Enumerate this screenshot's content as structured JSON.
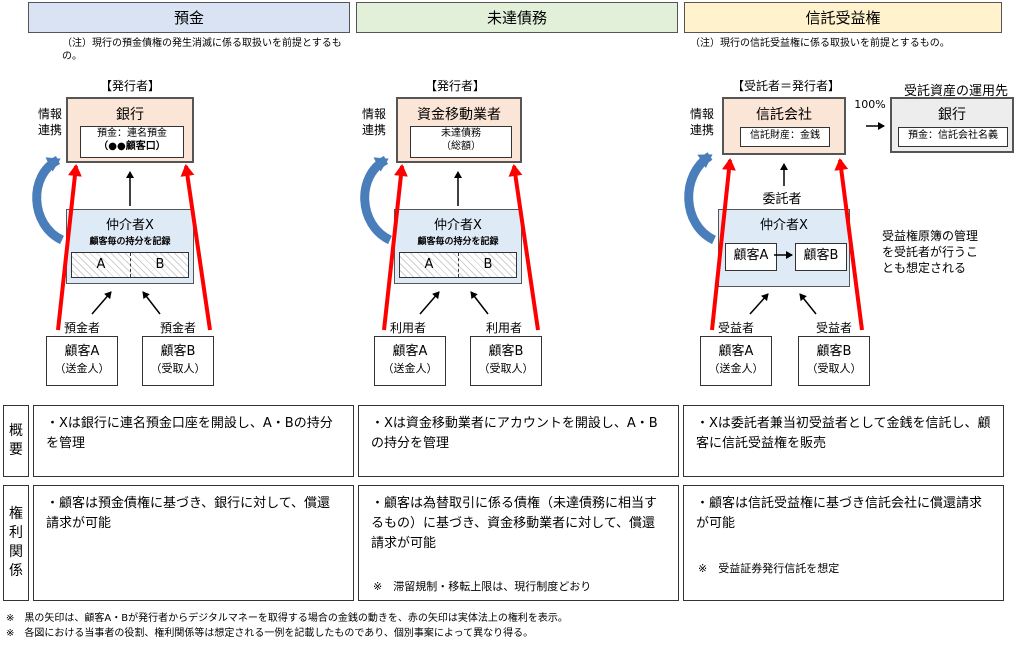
{
  "columns": [
    {
      "header": "預金",
      "note": "（注）現行の預金債権の発生消滅に係る取扱いを前提とするもの。",
      "issuer_caption": "【発行者】",
      "side_label": "情報連携",
      "issuer_name": "銀行",
      "issuer_inner": [
        "預金：連名預金",
        "（●●顧客口）"
      ],
      "intermediary_title": "仲介者X",
      "intermediary_subtitle": "顧客毎の持分を記録",
      "share_a": "A",
      "share_b": "B",
      "role_a": "預金者",
      "role_b": "預金者",
      "cust_a_name": "顧客A",
      "cust_a_sub": "（送金人）",
      "cust_b_name": "顧客B",
      "cust_b_sub": "（受取人）",
      "summary": "・Xは銀行に連名預金口座を開設し、A・Bの持分を管理",
      "rights": "・顧客は預金債権に基づき、銀行に対して、償還請求が可能",
      "rights_note": ""
    },
    {
      "header": "未達債務",
      "note": "",
      "issuer_caption": "【発行者】",
      "side_label": "情報連携",
      "issuer_name": "資金移動業者",
      "issuer_inner": [
        "未達債務",
        "（総額）"
      ],
      "intermediary_title": "仲介者X",
      "intermediary_subtitle": "顧客毎の持分を記録",
      "share_a": "A",
      "share_b": "B",
      "role_a": "利用者",
      "role_b": "利用者",
      "cust_a_name": "顧客A",
      "cust_a_sub": "（送金人）",
      "cust_b_name": "顧客B",
      "cust_b_sub": "（受取人）",
      "summary": "・Xは資金移動業者にアカウントを開設し、A・Bの持分を管理",
      "rights": "・顧客は為替取引に係る債権（未達債務に相当するもの）に基づき、資金移動業者に対して、償還請求が可能",
      "rights_note": "※　滞留規制・移転上限は、現行制度どおり"
    },
    {
      "header": "信託受益権",
      "note": "（注）現行の信託受益権に係る取扱いを前提とするもの。",
      "issuer_caption": "【受託者＝発行者】",
      "side_label": "情報連携",
      "issuer_name": "信託会社",
      "issuer_inner": [
        "信託財産：金銭"
      ],
      "intermediary_title": "仲介者X",
      "intermediary_subtitle": "",
      "share_a": "顧客A",
      "share_b": "顧客B",
      "role_a": "受益者",
      "role_b": "受益者",
      "cust_a_name": "顧客A",
      "cust_a_sub": "（送金人）",
      "cust_b_name": "顧客B",
      "cust_b_sub": "（受取人）",
      "summary": "・Xは委託者兼当初受益者として金銭を信託し、顧客に信託受益権を販売",
      "rights": "・顧客は信託受益権に基づき信託会社に償還請求が可能",
      "rights_note": "※　受益証券発行信託を想定"
    }
  ],
  "trust_extra": {
    "entrustor_label": "委託者",
    "percent": "100%",
    "dest_caption": "受託資産の運用先",
    "dest_name": "銀行",
    "dest_inner": "預金：信託会社名義",
    "registry_note": [
      "受益権原簿の管理",
      "を受託者が行うこ",
      "とも想定される"
    ]
  },
  "row_labels": {
    "summary": [
      "概",
      "要"
    ],
    "rights": [
      "権",
      "利",
      "関",
      "係"
    ]
  },
  "footnotes": [
    "※　黒の矢印は、顧客A・Bが発行者からデジタルマネーを取得する場合の金銭の動きを、赤の矢印は実体法上の権利を表示。",
    "※　各図における当事者の役割、権利関係等は想定される一例を記載したものであり、個別事案によって異なり得る。"
  ],
  "colors": {
    "header_deposit": "#dae3f3",
    "header_undelivered": "#e2f0d9",
    "header_trust": "#fff2cc",
    "issuer_fill": "#fbe5d6",
    "intermediary_fill": "#deebf7",
    "dest_fill": "#ededed",
    "red_arrow": "#ff0000",
    "blue_arrow": "#4a7ebb"
  }
}
